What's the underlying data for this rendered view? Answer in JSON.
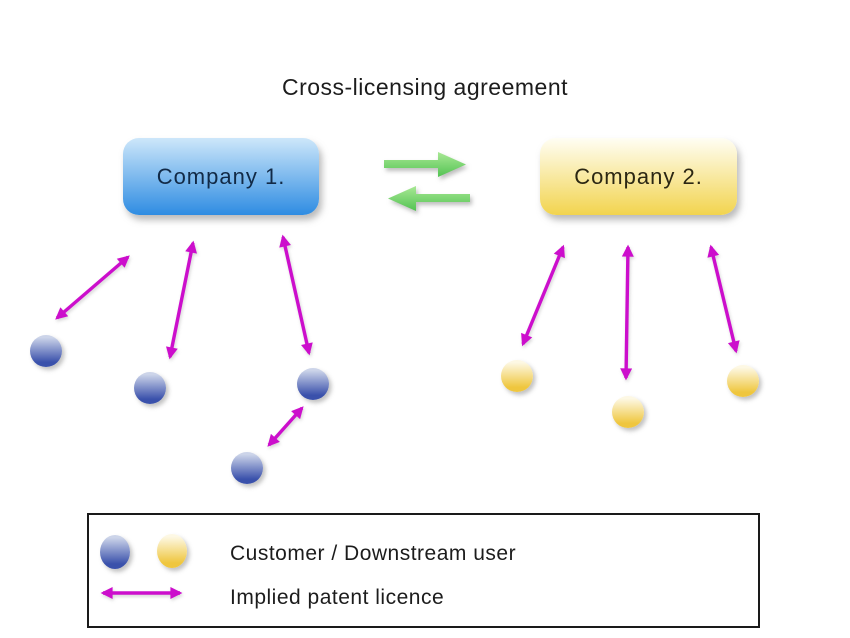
{
  "title": "Cross-licensing agreement",
  "companies": [
    {
      "label": "Company 1."
    },
    {
      "label": "Company 2."
    }
  ],
  "legend": {
    "customer_label": "Customer / Downstream user",
    "licence_label": "Implied patent licence"
  },
  "diagram": {
    "type": "cross-licensing",
    "cross_license_arrows": 2,
    "company1_customer_count": 4,
    "company2_customer_count": 3,
    "implied_licence_arrow_count": 7,
    "arrow_style": "double-headed"
  },
  "colors": {
    "magenta": "#cc0ecc",
    "green-light": "#a9e895",
    "green-dark": "#53c353",
    "blue-box-top": "#cde7fa",
    "blue-box-bottom": "#2e8ce2",
    "yellow-box-top": "#fffef4",
    "yellow-box-bottom": "#f2d44e",
    "blue-node-top": "#ccd4e9",
    "blue-node-bottom": "#3a51ab",
    "yellow-node-top": "#fdf8e4",
    "yellow-node-bottom": "#efc63e",
    "company1-text": "#122a47",
    "company2-text": "#2b2713",
    "text": "#1c1c1c"
  }
}
